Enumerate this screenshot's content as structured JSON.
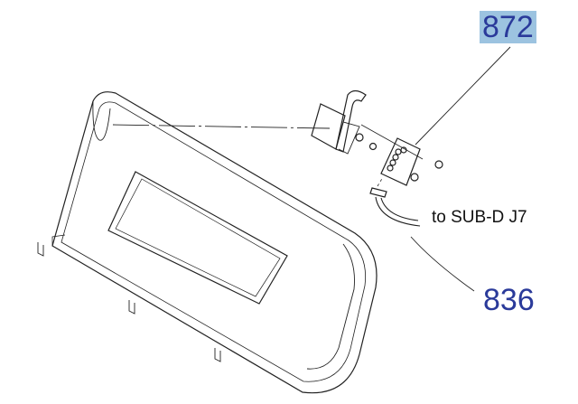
{
  "callouts": [
    {
      "label": "872",
      "highlight_color": "#9cc3e0",
      "text_color": "#2a3a9a"
    },
    {
      "label": "836",
      "text_color": "#2a3a9a"
    }
  ],
  "annotation": "to SUB-D J7"
}
